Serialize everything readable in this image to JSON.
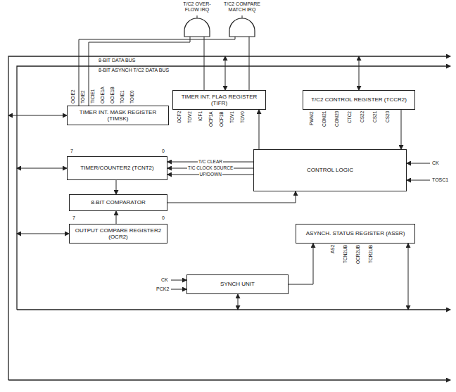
{
  "diagram": {
    "nodes": [
      {
        "text": [
          "TIMER INT. MASK REGISTER (TIMSK)"
        ]
      },
      {
        "text": [
          "TIMER INT. FLAG REGISTER (TIFR)"
        ]
      },
      {
        "text": [
          "T/C2 CONTROL REGISTER (TCCR2)"
        ]
      },
      {
        "text": [
          "TIMER/COUNTER2 (TCNT2)"
        ]
      },
      {
        "text": [
          "CONTROL LOGIC"
        ]
      },
      {
        "text": [
          "8-BIT COMPARATOR"
        ]
      },
      {
        "text": [
          "OUTPUT COMPARE REGISTER2 (OCR2)"
        ]
      },
      {
        "text": [
          "ASYNCH. STATUS REGISTER (ASSR)"
        ]
      },
      {
        "text": [
          "SYNCH UNIT"
        ]
      }
    ],
    "edges": [
      {
        "from": 4,
        "to": 3,
        "arrow": "to",
        "label": "T/C CLEAR"
      },
      {
        "from": 4,
        "to": 3,
        "arrow": "to",
        "label": "T/C CLOCK SOURCE"
      },
      {
        "from": 4,
        "to": 3,
        "arrow": "to",
        "label": "UP/DOWN"
      },
      {
        "from": 3,
        "to": 5,
        "arrow": "to"
      },
      {
        "from": 6,
        "to": 5,
        "arrow": "to"
      },
      {
        "from": 5,
        "to": 4,
        "arrow": "to"
      },
      {
        "from": 2,
        "to": 4,
        "arrow": "to"
      },
      {
        "from": 4,
        "to": 1,
        "arrow": "to"
      },
      {
        "from": 8,
        "to": 7,
        "arrow": "to"
      }
    ],
    "labels": [
      "T/C2 OVER- FLOW IRQ",
      "T/C2 COMPARE MATCH IRQ",
      "8-BIT DATA BUS",
      "8-BIT ASYNCH T/C2 DATA BUS",
      "OCIE2",
      "TOIE2",
      "TICIE1",
      "OCIE1A",
      "OCIE1B",
      "TOIE1",
      "TOIE0",
      "OCF2",
      "TOV2",
      "ICF1",
      "OCF1A",
      "OCF1B",
      "TOV1",
      "TOV0",
      "PWM2",
      "COM21",
      "COM20",
      "CTC2",
      "CS22",
      "CS21",
      "CS20",
      "7",
      "0",
      "CK",
      "TOSC1",
      "7",
      "0",
      "AS2",
      "TCN2UB",
      "OCR2UB",
      "TCR2UB",
      "CK",
      "PCK2"
    ]
  }
}
